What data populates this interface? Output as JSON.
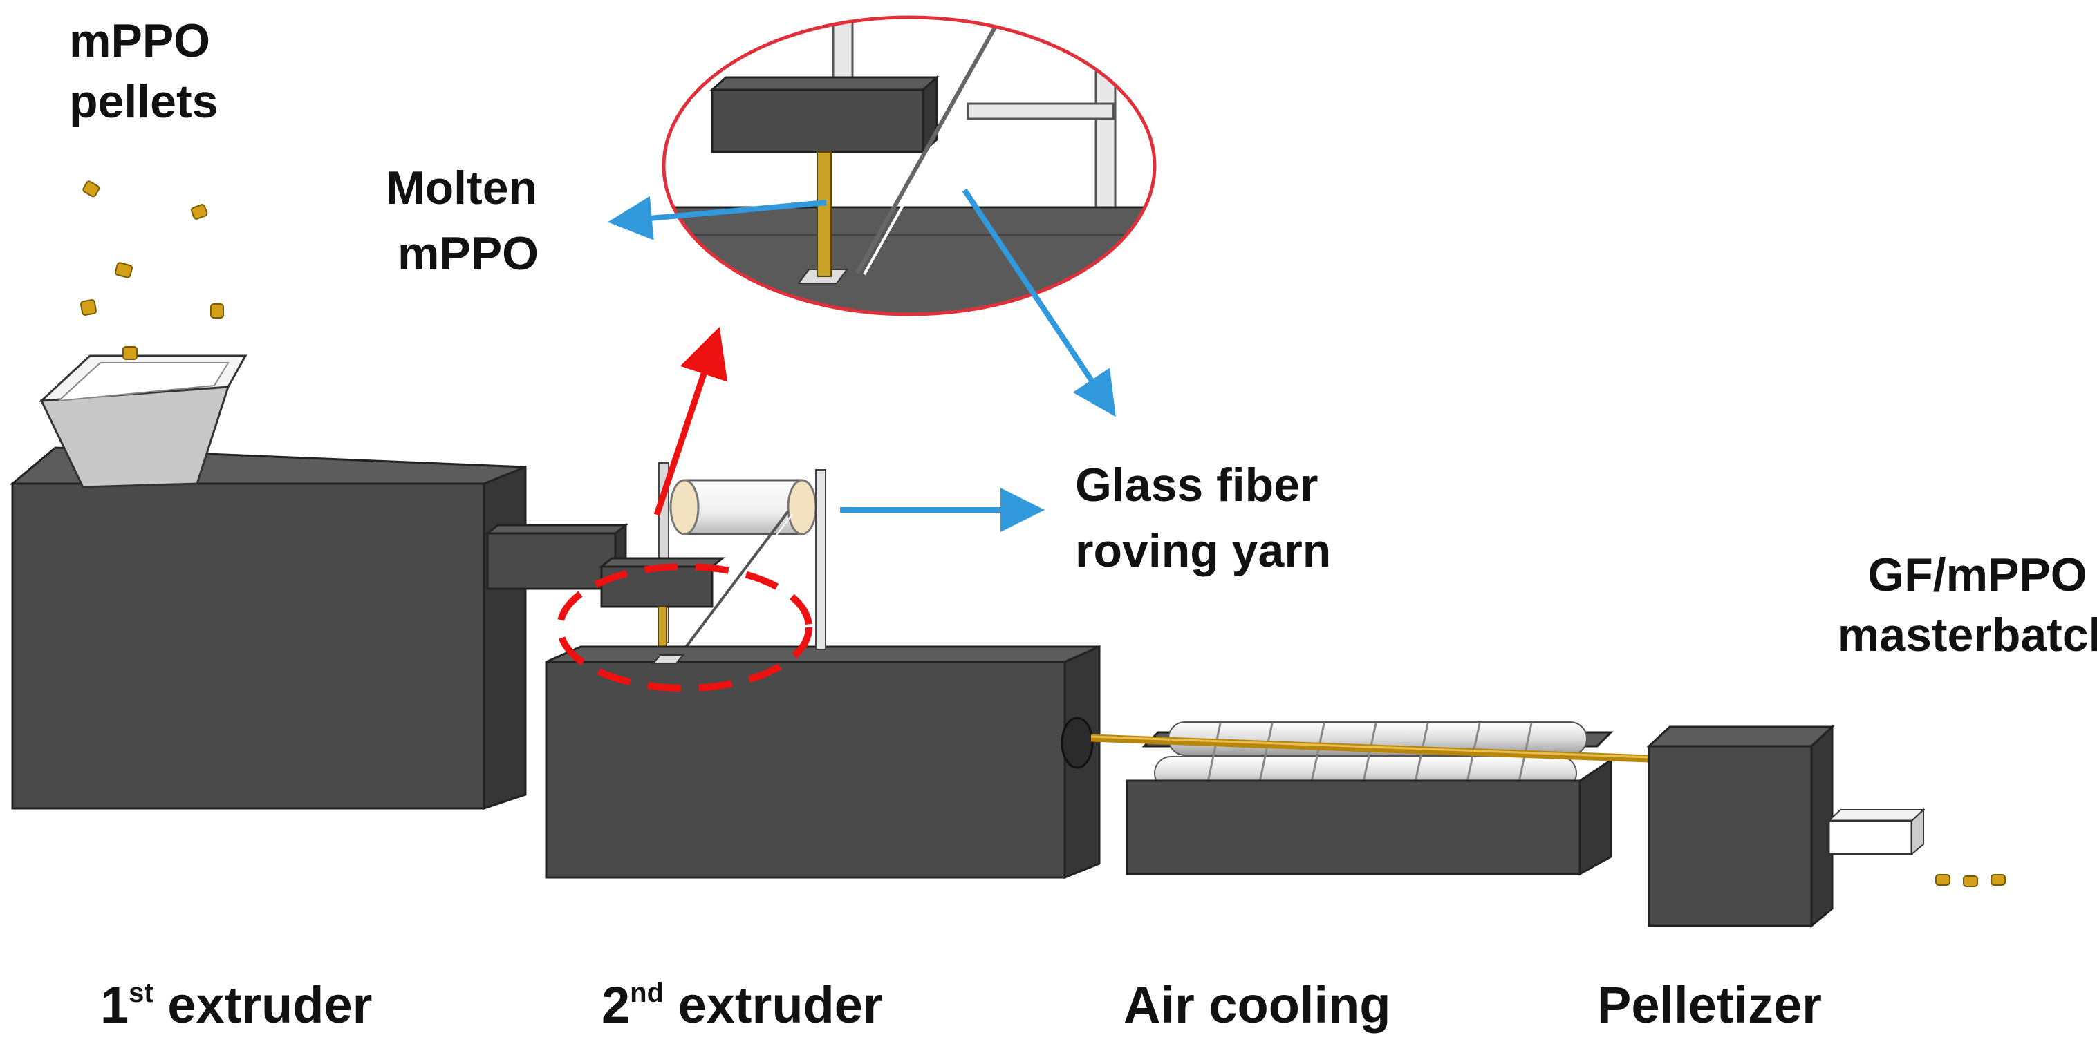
{
  "labels": {
    "pellets_line1": "mPPO",
    "pellets_line2": "pellets",
    "molten_line1": "Molten",
    "molten_line2": "mPPO",
    "glass_line1": "Glass fiber",
    "glass_line2": "roving yarn",
    "gf_line1": "GF/mPPO",
    "gf_line2": "masterbatch",
    "ext1_num": "1",
    "ext1_sup": "st",
    "ext1_word": " extruder",
    "ext2_num": "2",
    "ext2_sup": "nd",
    "ext2_word": " extruder",
    "air_cooling": "Air cooling",
    "pelletizer": "Pelletizer"
  },
  "colors": {
    "machine_front": "#4a4a4a",
    "machine_top": "#5c5c5c",
    "machine_side": "#363636",
    "hopper": "#c8c8c8",
    "pellet": "#d4a017",
    "strand": "#b8860b",
    "arrow_blue": "#3399dd",
    "arrow_red": "#ee1111",
    "zoom_border": "#e0303a"
  }
}
